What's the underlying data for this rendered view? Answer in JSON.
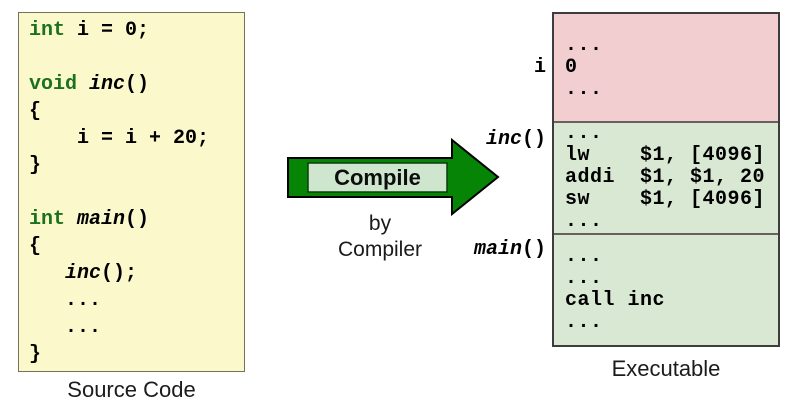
{
  "labels": {
    "source": "Source Code",
    "executable": "Executable",
    "arrow_title": "Compile",
    "arrow_sub1": "by",
    "arrow_sub2": "Compiler"
  },
  "colors": {
    "source_bg": "#fbf8cc",
    "data_section_bg": "#f2ced1",
    "code_section_bg": "#d9e8d3",
    "arrow_fill": "#068406",
    "arrow_inset_fill": "#cfe6ce",
    "keyword_green": "#1c711c"
  },
  "source_code": {
    "lines": [
      [
        {
          "t": "int",
          "s": "kw"
        },
        {
          "t": " i = 0;"
        }
      ],
      [],
      [
        {
          "t": "void",
          "s": "kw"
        },
        {
          "t": " "
        },
        {
          "t": "inc",
          "s": "fn"
        },
        {
          "t": "()"
        }
      ],
      [
        {
          "t": "{"
        }
      ],
      [
        {
          "t": "    i = i + 20;"
        }
      ],
      [
        {
          "t": "}"
        }
      ],
      [],
      [
        {
          "t": "int",
          "s": "kw"
        },
        {
          "t": " "
        },
        {
          "t": "main",
          "s": "fn"
        },
        {
          "t": "()"
        }
      ],
      [
        {
          "t": "{"
        }
      ],
      [
        {
          "t": "   "
        },
        {
          "t": "inc",
          "s": "fn"
        },
        {
          "t": "();"
        }
      ],
      [
        {
          "t": "   ..."
        }
      ],
      [
        {
          "t": "   ..."
        }
      ],
      [
        {
          "t": "}"
        }
      ]
    ]
  },
  "executable": {
    "sections": [
      {
        "name": "global-variable-i",
        "bg": "#f2ced1",
        "label_parts": [
          {
            "t": "i"
          }
        ],
        "lines": [
          "...",
          "0",
          "..."
        ]
      },
      {
        "name": "inc-function",
        "bg": "#d9e8d3",
        "label_parts": [
          {
            "t": "inc",
            "s": "fn"
          },
          {
            "t": "()"
          }
        ],
        "lines": [
          "...",
          "lw    $1, [4096]",
          "addi  $1, $1, 20",
          "sw    $1, [4096]",
          "..."
        ]
      },
      {
        "name": "main-function",
        "bg": "#d9e8d3",
        "label_parts": [
          {
            "t": "main",
            "s": "fn"
          },
          {
            "t": "()"
          }
        ],
        "lines": [
          "...",
          "...",
          "call inc",
          "..."
        ]
      }
    ]
  }
}
